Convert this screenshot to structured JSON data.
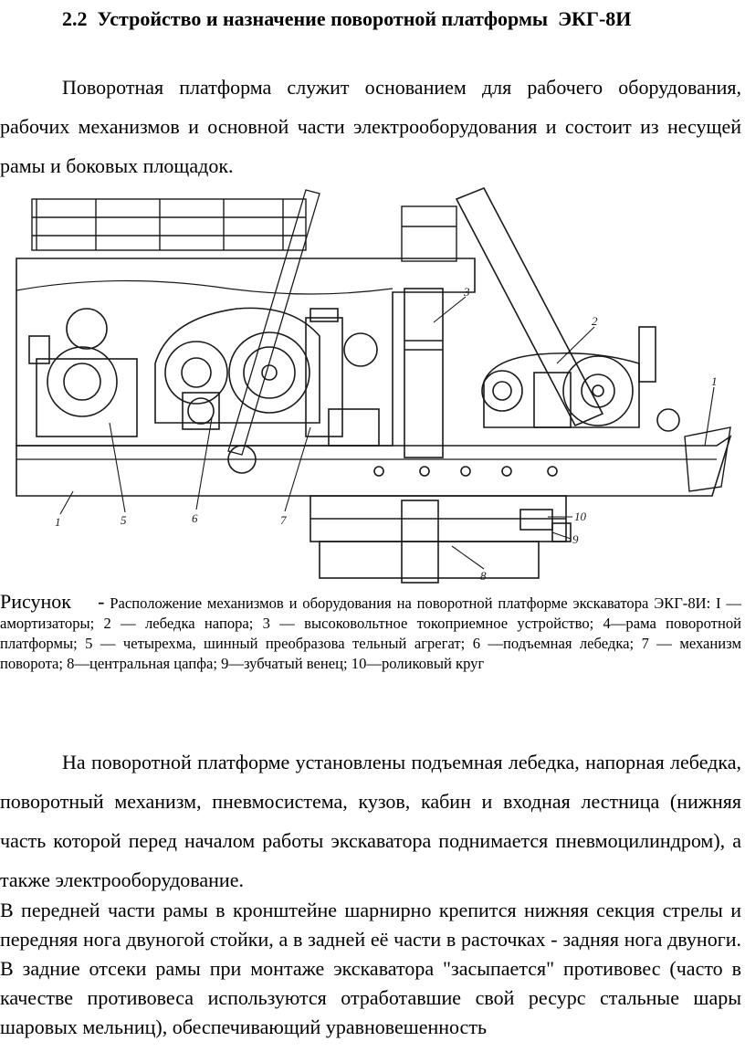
{
  "heading": "2.2  Устройство и назначение поворотной платформы  ЭКГ-8И",
  "intro": "Поворотная платформа служит основанием для рабочего оборудования, рабочих механизмов и основной части электрооборудования и состоит из несущей рамы и боковых площадок.",
  "figure": {
    "callouts": [
      "1",
      "2",
      "3",
      "5",
      "6",
      "7",
      "8",
      "9",
      "10",
      "1"
    ]
  },
  "caption": {
    "lead": "Рисунок",
    "dash": "-",
    "text": "Расположение механизмов и оборудования на поворотной платформе экскаватора ЭКГ-8И: I — амортизаторы; 2 — лебедка напора; 3 — высоковольтное токоприемное устройство; 4—рама поворотной платформы; 5 — четырехма, шинный преобразова тельный агрегат; 6 —подъемная лебедка; 7 — механизм поворота; 8—центральная цапфа; 9—зубчатый венец; 10—роликовый круг"
  },
  "para2": "На поворотной платформе установлены подъемная лебедка, напорная лебедка, поворотный механизм, пневмосистема, кузов, кабин и входная лестница (нижняя часть которой перед началом работы экскаватора поднимается пневмоцилиндром), а также электрооборудование.",
  "para3": "В передней части рамы в кронштейне  шарнирно крепится нижняя секция стрелы и передняя нога двуногой стойки, а в задней её части в расточках - задняя нога двуноги. В задние отсеки рамы при монтаже экскаватора \"засыпается\" противовес (часто в качестве противовеса используются отработавшие свой ресурс стальные шары шаровых мельниц), обеспечивающий уравновешенность"
}
